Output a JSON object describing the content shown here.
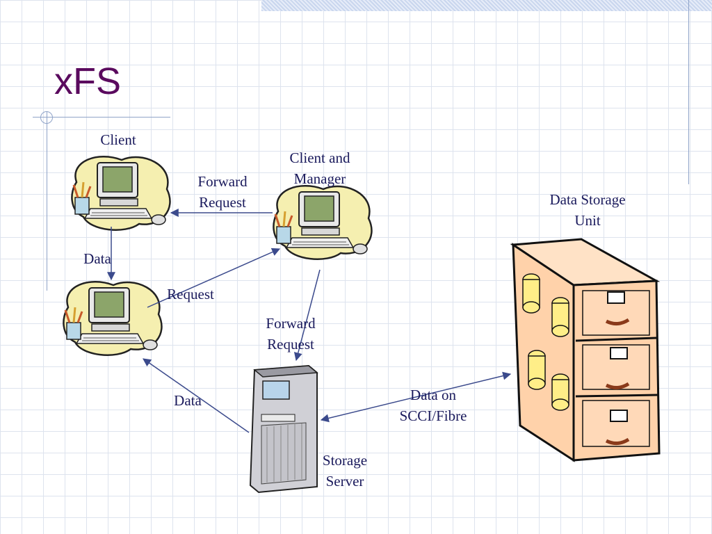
{
  "slide": {
    "title": "xFS"
  },
  "labels": {
    "client": "Client",
    "client_and_manager": "Client and\nManager",
    "forward_request_top": "Forward\nRequest",
    "data_left": "Data",
    "request": "Request",
    "forward_request_mid": "Forward\nRequest",
    "data_bottom": "Data",
    "data_storage_unit": "Data Storage\nUnit",
    "data_on_scci": "Data on\nSCCI/Fibre",
    "storage_server": "Storage\nServer"
  },
  "colors": {
    "title": "#5a0a5e",
    "label": "#1a1a5c",
    "arrow": "#3b4a8c",
    "cabinet": "#ffd2aa"
  }
}
